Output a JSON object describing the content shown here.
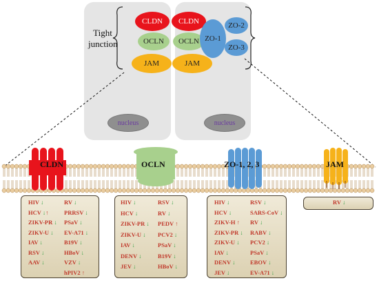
{
  "tight_junction_label": [
    "Tight",
    "junction"
  ],
  "proteins": {
    "cldn": "CLDN",
    "ocln": "OCLN",
    "jam": "JAM",
    "zo1": "ZO-1",
    "zo2": "ZO-2",
    "zo3": "ZO-3"
  },
  "nucleus_label": "nucleus",
  "membrane_labels": {
    "cldn": "CLDN",
    "ocln": "OCLN",
    "zo": "ZO-1, 2, 3",
    "jam": "JAM"
  },
  "colors": {
    "cldn": "#e8141c",
    "ocln": "#a8d08d",
    "jam": "#f6b21a",
    "zo": "#5b9bd5",
    "panel": "#e5e5e5",
    "virus_text": "#c0392b",
    "arrow_down": "#2e9e3e",
    "arrow_up": "#c0392b"
  },
  "virus_boxes": {
    "cldn": [
      [
        {
          "name": "HIV",
          "arrow": "↓"
        },
        {
          "name": "RV",
          "arrow": "↓"
        }
      ],
      [
        {
          "name": "HCV",
          "arrow": "↓↑"
        },
        {
          "name": "PRRSV",
          "arrow": "↓"
        }
      ],
      [
        {
          "name": "ZIKV-PR",
          "arrow": "↓"
        },
        {
          "name": "PSaV",
          "arrow": "↓"
        }
      ],
      [
        {
          "name": "ZIKV-U",
          "arrow": "↓"
        },
        {
          "name": "EV-A71",
          "arrow": "↓"
        }
      ],
      [
        {
          "name": "IAV",
          "arrow": "↓"
        },
        {
          "name": "B19V",
          "arrow": "↓"
        }
      ],
      [
        {
          "name": "RSV",
          "arrow": "↓"
        },
        {
          "name": "HBoV",
          "arrow": "↓"
        }
      ],
      [
        {
          "name": "AAV",
          "arrow": "↓"
        },
        {
          "name": "VZV",
          "arrow": "↓"
        }
      ],
      [
        {
          "name": "",
          "arrow": ""
        },
        {
          "name": "hPIV2",
          "arrow": "↑"
        }
      ]
    ],
    "ocln": [
      [
        {
          "name": "HIV",
          "arrow": "↓"
        },
        {
          "name": "RSV",
          "arrow": "↓"
        }
      ],
      [
        {
          "name": "HCV",
          "arrow": "↓"
        },
        {
          "name": "RV",
          "arrow": "↓"
        }
      ],
      [
        {
          "name": "ZIKV-PR",
          "arrow": "↓"
        },
        {
          "name": "PEDV",
          "arrow": "↑"
        }
      ],
      [
        {
          "name": "ZIKV-U",
          "arrow": "↓"
        },
        {
          "name": "PCV2",
          "arrow": "↓"
        }
      ],
      [
        {
          "name": "IAV",
          "arrow": "↓"
        },
        {
          "name": "PSaV",
          "arrow": "↓"
        }
      ],
      [
        {
          "name": "DENV",
          "arrow": "↓"
        },
        {
          "name": "B19V",
          "arrow": "↓"
        }
      ],
      [
        {
          "name": "JEV",
          "arrow": "↓"
        },
        {
          "name": "HBoV",
          "arrow": "↓"
        }
      ]
    ],
    "zo": [
      [
        {
          "name": "HIV",
          "arrow": "↓"
        },
        {
          "name": "RSV",
          "arrow": "↓"
        }
      ],
      [
        {
          "name": "HCV",
          "arrow": "↓"
        },
        {
          "name": "SARS-CoV",
          "arrow": "↓"
        }
      ],
      [
        {
          "name": "ZIKV-H",
          "arrow": "↑"
        },
        {
          "name": "RV",
          "arrow": "↓"
        }
      ],
      [
        {
          "name": "ZIKV-PR",
          "arrow": "↓"
        },
        {
          "name": "RABV",
          "arrow": "↓"
        }
      ],
      [
        {
          "name": "ZIKV-U",
          "arrow": "↓"
        },
        {
          "name": "PCV2",
          "arrow": "↓"
        }
      ],
      [
        {
          "name": "IAV",
          "arrow": "↓"
        },
        {
          "name": "PSaV",
          "arrow": "↓"
        }
      ],
      [
        {
          "name": "DENV",
          "arrow": "↓"
        },
        {
          "name": "EBOV",
          "arrow": "↓"
        }
      ],
      [
        {
          "name": "JEV",
          "arrow": "↓"
        },
        {
          "name": "EV-A71",
          "arrow": "↓"
        }
      ]
    ],
    "jam": [
      [
        {
          "name": "RV",
          "arrow": "↓"
        }
      ]
    ]
  }
}
